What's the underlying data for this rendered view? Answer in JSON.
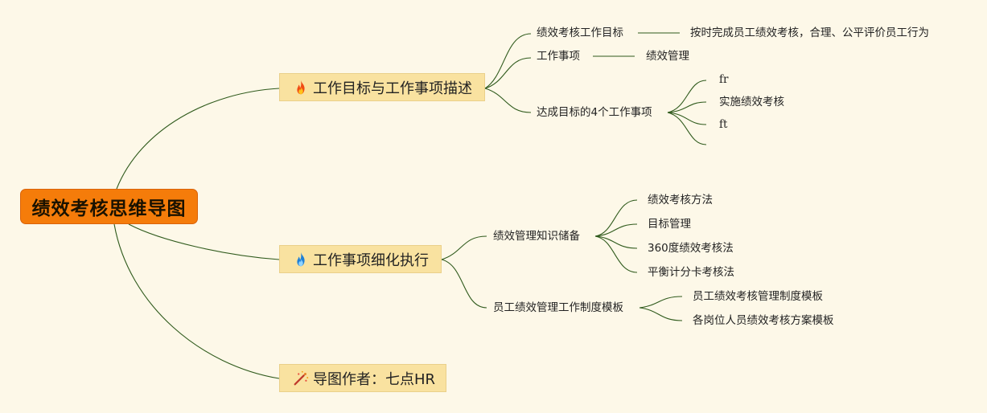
{
  "root": {
    "label": "绩效考核思维导图"
  },
  "branches": [
    {
      "label": "工作目标与工作事项描述",
      "icon": "fire-icon",
      "children": [
        {
          "label": "绩效考核工作目标",
          "children": [
            {
              "label": "按时完成员工绩效考核，合理、公平评价员工行为"
            }
          ]
        },
        {
          "label": "工作事项",
          "children": [
            {
              "label": "绩效管理"
            }
          ]
        },
        {
          "label": "达成目标的4个工作事项",
          "children": [
            {
              "label": "fr"
            },
            {
              "label": "实施绩效考核"
            },
            {
              "label": "ft"
            },
            {
              "label": ""
            }
          ]
        }
      ]
    },
    {
      "label": "工作事项细化执行",
      "icon": "blue-flame-icon",
      "children": [
        {
          "label": "绩效管理知识储备",
          "children": [
            {
              "label": "绩效考核方法"
            },
            {
              "label": "目标管理"
            },
            {
              "label": "360度绩效考核法"
            },
            {
              "label": "平衡计分卡考核法"
            }
          ]
        },
        {
          "label": "员工绩效管理工作制度模板",
          "children": [
            {
              "label": "员工绩效考核管理制度模板"
            },
            {
              "label": "各岗位人员绩效考核方案模板"
            }
          ]
        }
      ]
    },
    {
      "label": "导图作者：七点HR",
      "icon": "sparkle-icon",
      "children": []
    }
  ],
  "colors": {
    "background": "#fdf8e8",
    "root_fill": "#f57c0a",
    "branch_fill": "#f9e2a0",
    "edge": "#2f5a1c"
  }
}
